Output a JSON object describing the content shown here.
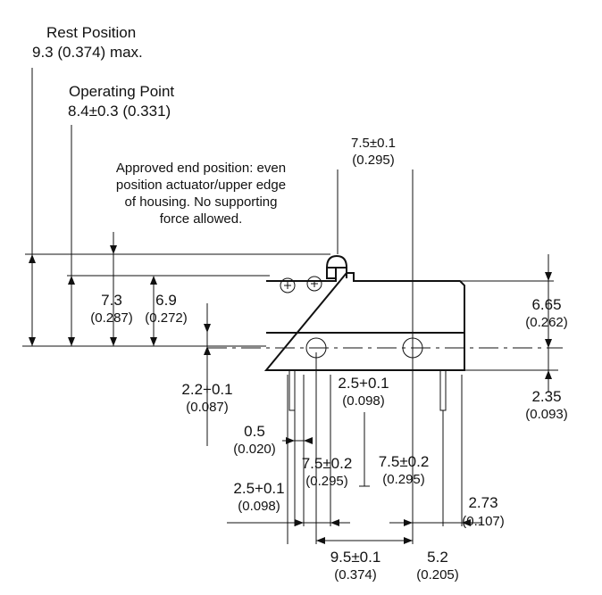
{
  "colors": {
    "ink": "#111111",
    "background": "#ffffff"
  },
  "labels": {
    "rest_title": "Rest Position",
    "rest_value": "9.3 (0.374) max.",
    "op_title": "Operating Point",
    "op_value": "8.4±0.3 (0.331)",
    "note_line1": "Approved end position: even",
    "note_line2": "position actuator/upper edge",
    "note_line3": "of housing.  No supporting",
    "note_line4": "force allowed.",
    "pitch_top_mm": "7.5±0.1",
    "pitch_top_in": "(0.295)",
    "d73_mm": "7.3",
    "d73_in": "(0.287)",
    "d69_mm": "6.9",
    "d69_in": "(0.272)",
    "d665_mm": "6.65",
    "d665_in": "(0.262)",
    "d22_mm": "2.2+0.1",
    "d22_in": "(0.087)",
    "d25r_mm": "2.5+0.1",
    "d25r_in": "(0.098)",
    "d235_mm": "2.35",
    "d235_in": "(0.093)",
    "d05_mm": "0.5",
    "d05_in": "(0.020)",
    "p1_mm": "7.5±0.2",
    "p1_in": "(0.295)",
    "p2_mm": "7.5±0.2",
    "p2_in": "(0.295)",
    "d25l_mm": "2.5+0.1",
    "d25l_in": "(0.098)",
    "d273_mm": "2.73",
    "d273_in": "(0.107)",
    "d95_mm": "9.5±0.1",
    "d95_in": "(0.374)",
    "d52_mm": "5.2",
    "d52_in": "(0.205)"
  }
}
